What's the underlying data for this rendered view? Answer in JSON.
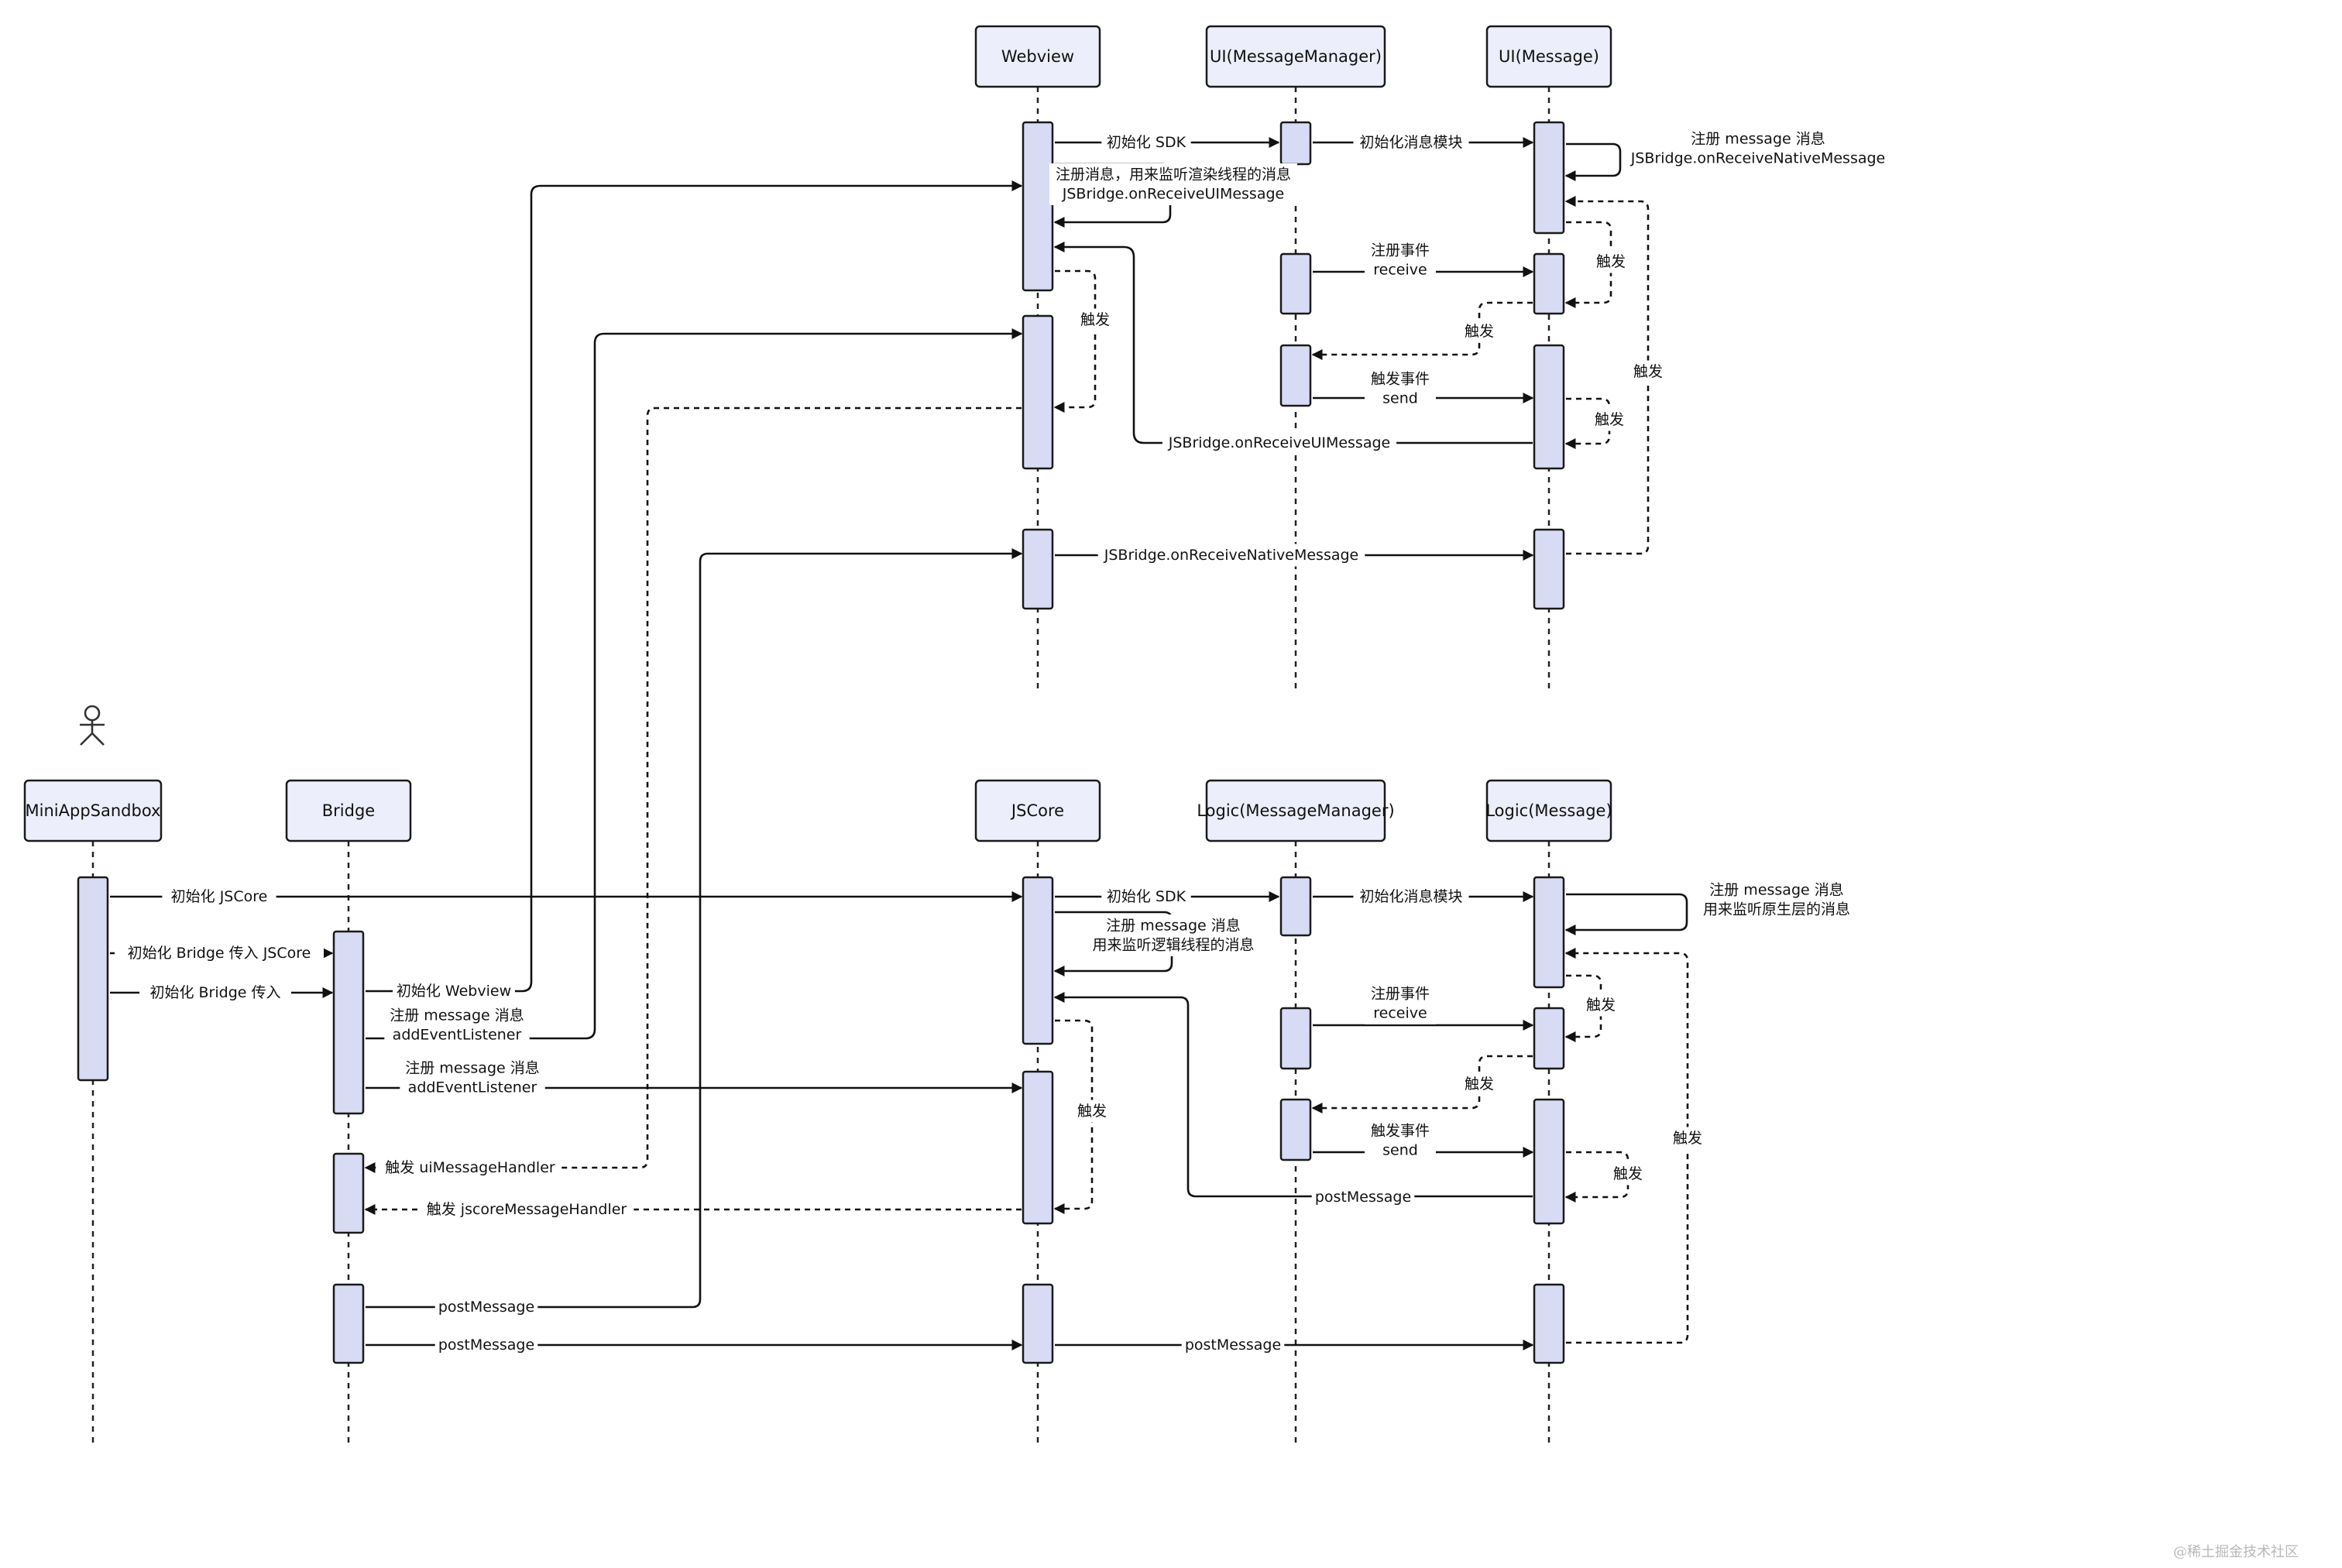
{
  "participants": [
    {
      "id": "webview",
      "label": "Webview"
    },
    {
      "id": "ui_mm",
      "label": "UI(MessageManager)"
    },
    {
      "id": "ui_msg",
      "label": "UI(Message)"
    },
    {
      "id": "sandbox",
      "label": "MiniAppSandbox"
    },
    {
      "id": "bridge",
      "label": "Bridge"
    },
    {
      "id": "jscore",
      "label": "JSCore"
    },
    {
      "id": "logic_mm",
      "label": "Logic(MessageManager)"
    },
    {
      "id": "logic_msg",
      "label": "Logic(Message)"
    }
  ],
  "messages": {
    "m1": [
      "初始化 SDK"
    ],
    "m2": [
      "初始化消息模块"
    ],
    "m3": [
      "注册 message 消息",
      "JSBridge.onReceiveNativeMessage"
    ],
    "m4": [
      "注册消息，用来监听渲染线程的消息",
      "JSBridge.onReceiveUIMessage"
    ],
    "m5": [
      "注册事件",
      "receive"
    ],
    "m6": [
      "触发"
    ],
    "m7": [
      "触发"
    ],
    "m8": [
      "触发"
    ],
    "m9": [
      "触发事件",
      "send"
    ],
    "m10": [
      "触发"
    ],
    "m11": [
      "JSBridge.onReceiveUIMessage"
    ],
    "m12": [
      "触发"
    ],
    "m13": [
      "JSBridge.onReceiveNativeMessage"
    ],
    "n1": [
      "初始化 JSCore"
    ],
    "n2": [
      "初始化 Bridge 传入 JSCore"
    ],
    "n3": [
      "初始化 Bridge 传入"
    ],
    "n4": [
      "初始化 Webview"
    ],
    "n5": [
      "注册 message 消息",
      "addEventListener"
    ],
    "n6": [
      "注册 message 消息",
      "addEventListener"
    ],
    "n7": [
      "触发 uiMessageHandler"
    ],
    "n8": [
      "触发 jscoreMessageHandler"
    ],
    "n9": [
      "postMessage"
    ],
    "n10": [
      "postMessage"
    ],
    "n11": [
      "初始化 SDK"
    ],
    "n12": [
      "初始化消息模块"
    ],
    "n13": [
      "注册 message 消息",
      "用来监听原生层的消息"
    ],
    "n14": [
      "注册 message 消息",
      "用来监听逻辑线程的消息"
    ],
    "n15": [
      "注册事件",
      "receive"
    ],
    "n16": [
      "触发"
    ],
    "n17": [
      "触发"
    ],
    "n18": [
      "触发"
    ],
    "n19": [
      "触发事件",
      "send"
    ],
    "n20": [
      "触发"
    ],
    "n21": [
      "postMessage"
    ],
    "n22": [
      "触发"
    ],
    "n23": [
      "postMessage"
    ]
  },
  "watermark": "@稀土掘金技术社区"
}
